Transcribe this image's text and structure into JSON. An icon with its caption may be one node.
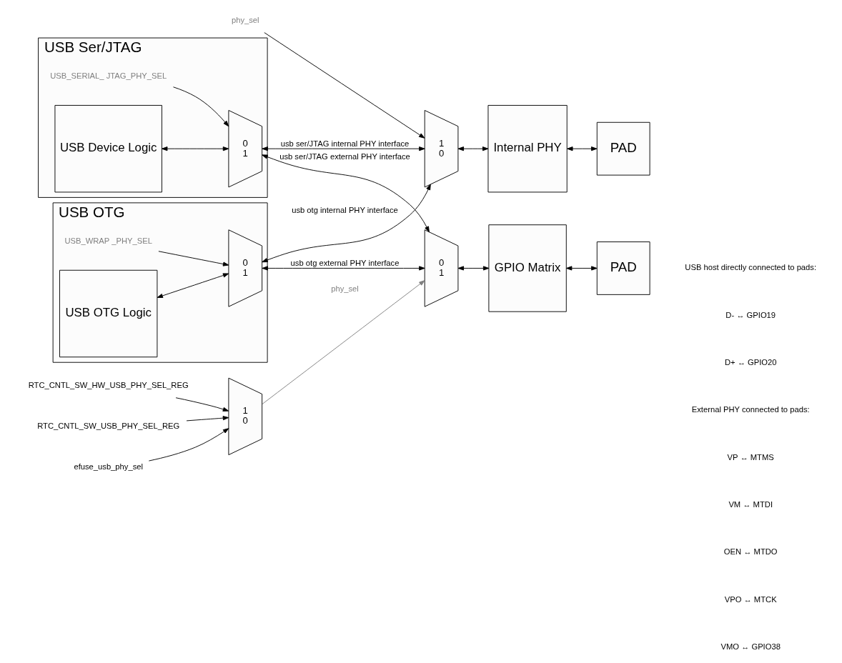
{
  "diagram": {
    "nodes": [
      {
        "text": [
          "USB OTG"
        ]
      },
      {
        "text": [
          "USB_WRAP _PHY_SEL"
        ],
        "in": 0
      },
      {
        "text": [
          "USB OTG Logic"
        ],
        "in": 0
      },
      {
        "text": [
          "0",
          "1"
        ],
        "in": 0
      },
      {
        "text": [
          "1",
          "0"
        ]
      },
      {
        "text": [
          "phy_sel"
        ]
      },
      {
        "text": [
          "Internal PHY"
        ]
      },
      {
        "text": [
          "PAD"
        ]
      },
      {
        "text": [
          "USB Ser/JTAG"
        ]
      },
      {
        "text": [
          "USB_SERIAL_ JTAG_PHY_SEL"
        ],
        "in": 8
      },
      {
        "text": [
          "USB Device Logic"
        ],
        "in": 8
      },
      {
        "text": [
          "0",
          "1"
        ],
        "in": 8
      },
      {
        "text": [
          "0",
          "1"
        ]
      },
      {
        "text": [
          "GPIO Matrix"
        ]
      },
      {
        "text": [
          "PAD"
        ]
      },
      {
        "text": [
          "RTC_CNTL_SW_USB_PHY_SEL_REG"
        ]
      },
      {
        "text": [
          "efuse_usb_phy_sel"
        ]
      },
      {
        "text": [
          "RTC_CNTL_SW_HW_USB_PHY_SEL_REG"
        ]
      },
      {
        "text": [
          "1",
          "0"
        ]
      }
    ],
    "edges": [
      {
        "from": 1,
        "to": 3,
        "arrow": "to"
      },
      {
        "from": 2,
        "to": 3,
        "arrow": "both"
      },
      {
        "from": 3,
        "to": 4,
        "arrow": "both",
        "label": "usb otg internal PHY interface"
      },
      {
        "from": 11,
        "to": 4,
        "arrow": "both",
        "label": "usb ser/JTAG internal PHY interface"
      },
      {
        "from": 3,
        "to": 12,
        "arrow": "both",
        "label": "usb otg external PHY interface"
      },
      {
        "from": 11,
        "to": 12,
        "arrow": "both",
        "label": "usb ser/JTAG external PHY interface"
      },
      {
        "from": 5,
        "to": 4,
        "arrow": "to"
      },
      {
        "from": 4,
        "to": 6,
        "arrow": "both"
      },
      {
        "from": 6,
        "to": 7,
        "arrow": "both"
      },
      {
        "from": 9,
        "to": 11,
        "arrow": "to"
      },
      {
        "from": 10,
        "to": 11,
        "arrow": "both"
      },
      {
        "from": 12,
        "to": 13,
        "arrow": "both"
      },
      {
        "from": 13,
        "to": 14,
        "arrow": "both"
      },
      {
        "from": 15,
        "to": 18,
        "arrow": "to"
      },
      {
        "from": 16,
        "to": 18,
        "arrow": "to"
      },
      {
        "from": 17,
        "to": 18,
        "arrow": "to"
      },
      {
        "from": 18,
        "to": 12,
        "arrow": "to",
        "label": "phy_sel",
        "color": "#808080"
      }
    ],
    "labels": [
      "USB host directly connected to pads:",
      "D- ↔ GPIO19",
      "D+ ↔ GPIO20",
      "External PHY connected to pads:",
      "VP ↔ MTMS",
      "VM ↔ MTDI",
      "OEN ↔ MTDO",
      "VPO ↔ MTCK",
      "VMO ↔ GPIO38"
    ]
  }
}
